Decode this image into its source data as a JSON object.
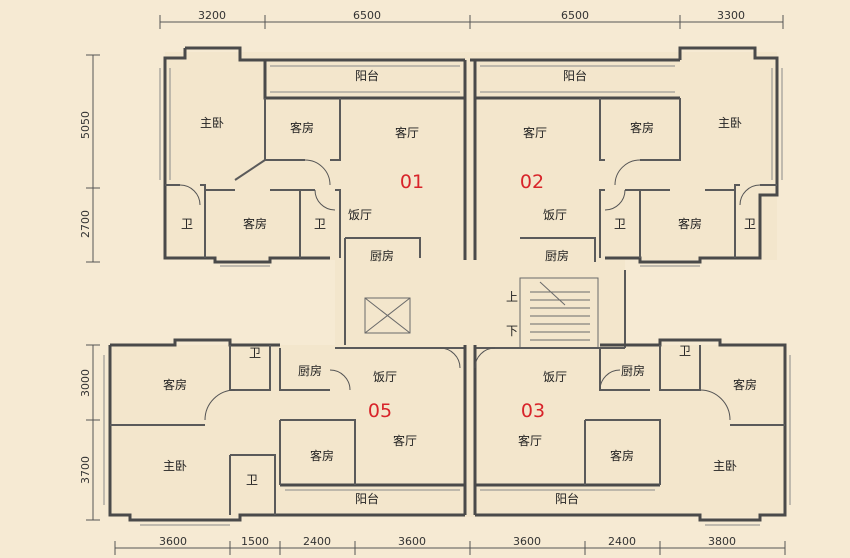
{
  "dimensions": {
    "top": [
      "3200",
      "6500",
      "6500",
      "3300"
    ],
    "bottom": [
      "3600",
      "1500",
      "2400",
      "3600",
      "3600",
      "2400",
      "3800"
    ],
    "left_top": [
      "5050",
      "2700"
    ],
    "left_bottom": [
      "3000",
      "3700"
    ]
  },
  "units": [
    "01",
    "02",
    "05",
    "03"
  ],
  "rooms": {
    "balcony": "阳台",
    "master_bedroom": "主卧",
    "guest_room": "客房",
    "living_room": "客厅",
    "dining_room": "饭厅",
    "bathroom": "卫",
    "kitchen": "厨房",
    "stair_up": "上",
    "stair_down": "下"
  },
  "colors": {
    "background": "#f6ead3",
    "walls": "#4a4a4a",
    "unit_numbers": "#d8242a"
  }
}
